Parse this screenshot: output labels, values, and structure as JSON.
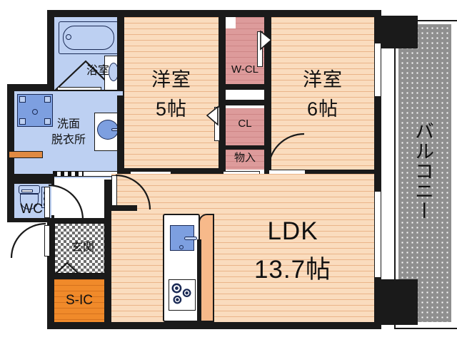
{
  "document": {
    "kind": "japanese-apartment-floor-plan",
    "layout_type": "2LDK"
  },
  "rooms": [
    {
      "key": "bedroom_west",
      "name": "洋室",
      "size": "5帖",
      "label_lines": [
        "洋室",
        "5帖"
      ]
    },
    {
      "key": "bedroom_east",
      "name": "洋室",
      "size": "6帖",
      "label_lines": [
        "洋室",
        "6帖"
      ]
    },
    {
      "key": "ldk",
      "name": "LDK",
      "size": "13.7帖",
      "label_lines": [
        "LDK",
        "13.7帖"
      ]
    },
    {
      "key": "bath",
      "name": "浴室",
      "size": "",
      "label_lines": [
        "浴室"
      ]
    },
    {
      "key": "washroom",
      "name": "洗面脱衣所",
      "size": "",
      "label_lines": [
        "洗面",
        "脱衣所"
      ]
    },
    {
      "key": "toilet",
      "name": "WC",
      "size": "",
      "label_lines": [
        "WC"
      ]
    },
    {
      "key": "entrance",
      "name": "玄関",
      "size": "",
      "label_lines": [
        "玄関"
      ]
    },
    {
      "key": "shoe_closet",
      "name": "S-IC",
      "size": "",
      "label_lines": [
        "S-IC"
      ]
    },
    {
      "key": "balcony",
      "name": "バルコニー",
      "size": "",
      "label_lines": [
        "バルコニー"
      ]
    }
  ],
  "storage": [
    {
      "key": "walk_in_closet",
      "label": "W-CL"
    },
    {
      "key": "closet",
      "label": "CL"
    },
    {
      "key": "monoire",
      "label": "物入"
    }
  ],
  "fixtures": [
    {
      "key": "bathtub",
      "name": "bathtub-icon"
    },
    {
      "key": "vanity",
      "name": "vanity-sink-icon"
    },
    {
      "key": "toilet_bowl",
      "name": "toilet-icon"
    },
    {
      "key": "washer_space",
      "name": "washing-machine-space-icon"
    },
    {
      "key": "kitchen_sink",
      "name": "kitchen-sink-icon"
    },
    {
      "key": "gas_stove",
      "name": "gas-stove-3-burner-icon"
    }
  ],
  "colors": {
    "wall": "#1a1a1a",
    "floor_wood": "#fadcbe",
    "floor_water": "#bdd0f2",
    "closet_pink": "#dd9b9b",
    "shoe_closet_orange": "#f08a2a",
    "balcony_gray": "#8f8f8f",
    "washer_strip_orange": "#e08a43",
    "background": "#ffffff"
  }
}
